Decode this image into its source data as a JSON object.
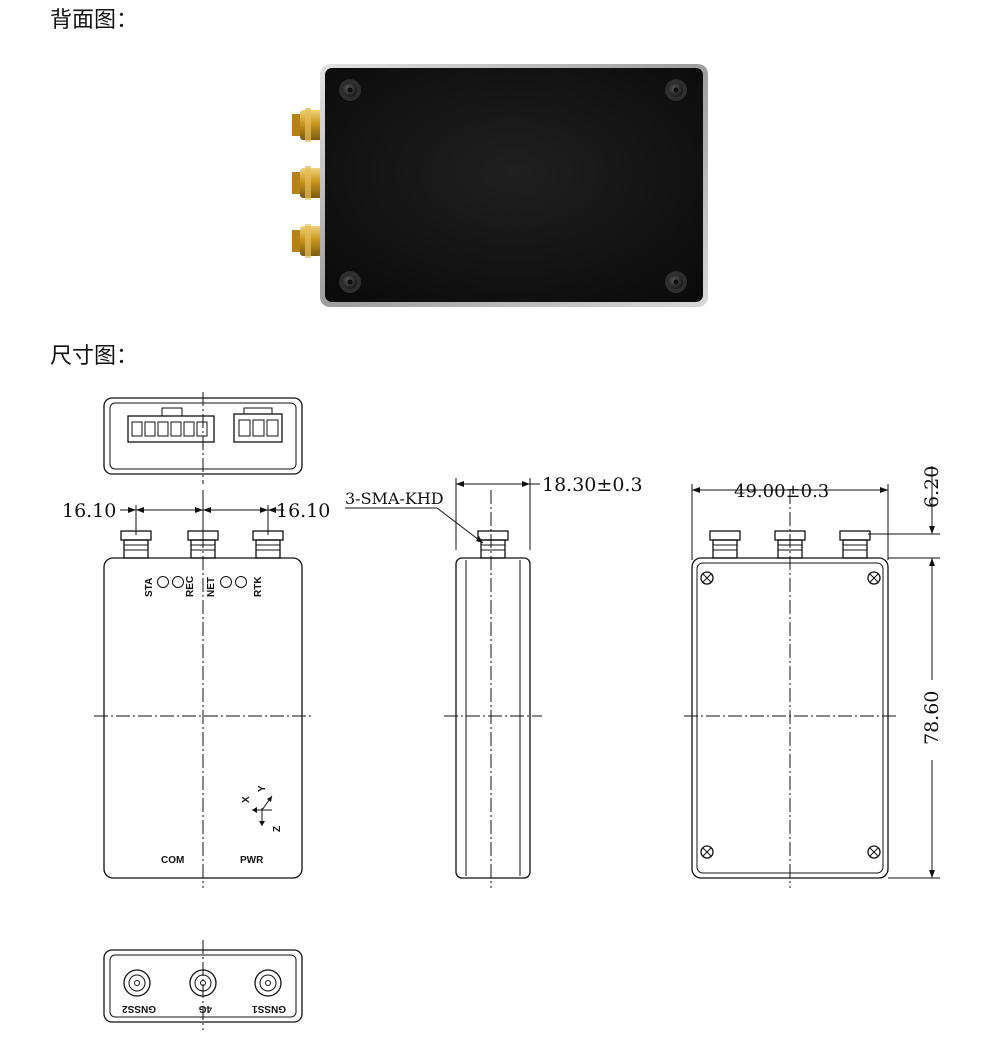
{
  "headings": {
    "back_view": "背面图：",
    "dimension_view": "尺寸图："
  },
  "dimensions": {
    "left_spacing": "16.10",
    "right_spacing": "16.10",
    "connector_spec": "3-SMA-KHD",
    "depth": "18.30±0.3",
    "width": "49.00±0.3",
    "connector_height": "6.20",
    "length": "78.60"
  },
  "front_labels": {
    "sta": "STA",
    "rec": "REC",
    "net": "NET",
    "rtk": "RTK",
    "com": "COM",
    "pwr": "PWR",
    "axis_x": "X",
    "axis_y": "Y",
    "axis_z": "Z"
  },
  "bottom_labels": {
    "gnss2": "GNSS2",
    "lte": "4G",
    "gnss1": "GNSS1"
  },
  "colors": {
    "metal_frame": "#b9b9b9",
    "body": "#151515",
    "gold_connector": "#c9961f"
  }
}
